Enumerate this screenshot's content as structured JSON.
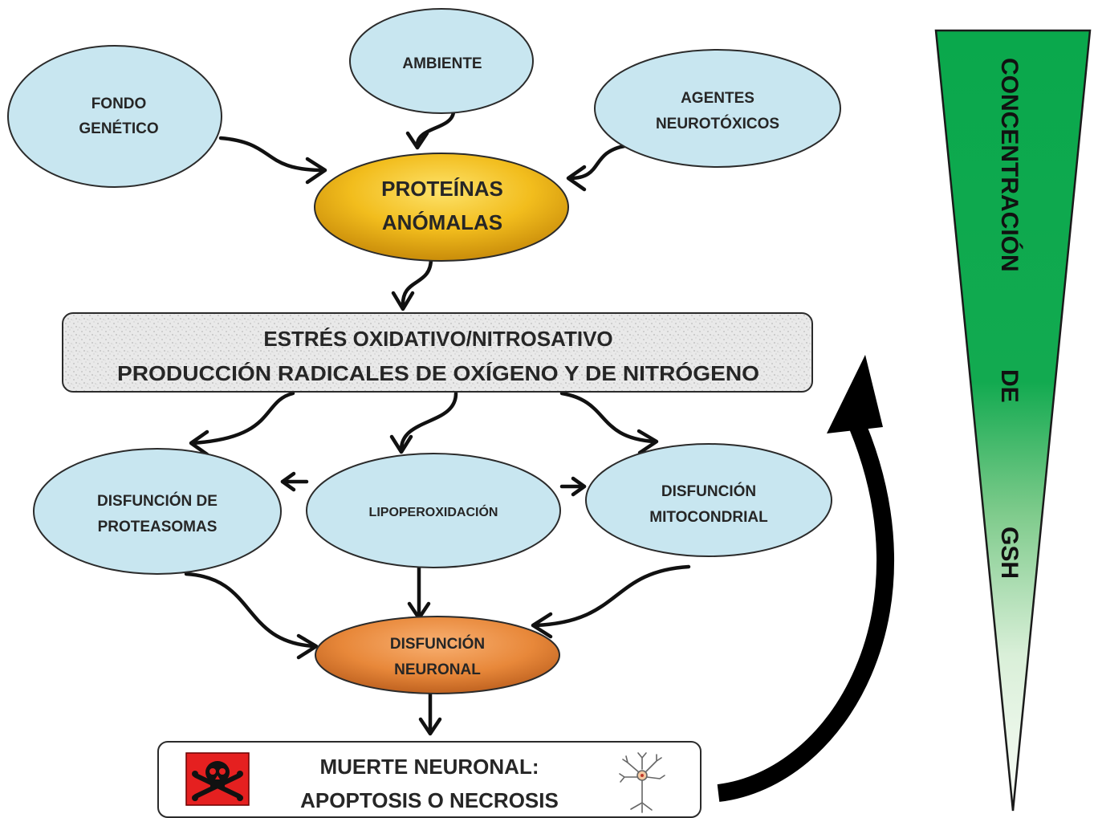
{
  "nodes": {
    "fondo": {
      "line1": "FONDO",
      "line2": "GENÉTICO"
    },
    "ambiente": {
      "label": "AMBIENTE"
    },
    "agentes": {
      "line1": "AGENTES",
      "line2": "NEUROTÓXICOS"
    },
    "proteinas": {
      "line1": "PROTEÍNAS",
      "line2": "ANÓMALAS"
    },
    "estres": {
      "line1": "ESTRÉS OXIDATIVO/NITROSATIVO",
      "line2": "PRODUCCIÓN RADICALES DE OXÍGENO Y DE NITRÓGENO"
    },
    "proteasomas": {
      "line1": "DISFUNCIÓN DE",
      "line2": "PROTEASOMAS"
    },
    "lipo": {
      "label": "LIPOPEROXIDACIÓN"
    },
    "mito": {
      "line1": "DISFUNCIÓN",
      "line2": "MITOCONDRIAL"
    },
    "neuronal": {
      "line1": "DISFUNCIÓN",
      "line2": "NEURONAL"
    },
    "muerte": {
      "line1": "MUERTE NEURONAL:",
      "line2": "APOPTOSIS  O NECROSIS"
    }
  },
  "wedge": {
    "word1": "CONCENTRACIÓN",
    "word2": "DE",
    "word3": "GSH"
  },
  "icons": [
    "skull-crossbones-icon",
    "neuron-icon"
  ],
  "colors": {
    "ellipse_fill": "#c8e6f0",
    "proteinas_fill": "#f0b818",
    "neuronal_fill": "#e8883a",
    "wedge_top": "#0aa84c",
    "wedge_bottom": "#f4faf2",
    "hazard_red": "#e52020"
  }
}
